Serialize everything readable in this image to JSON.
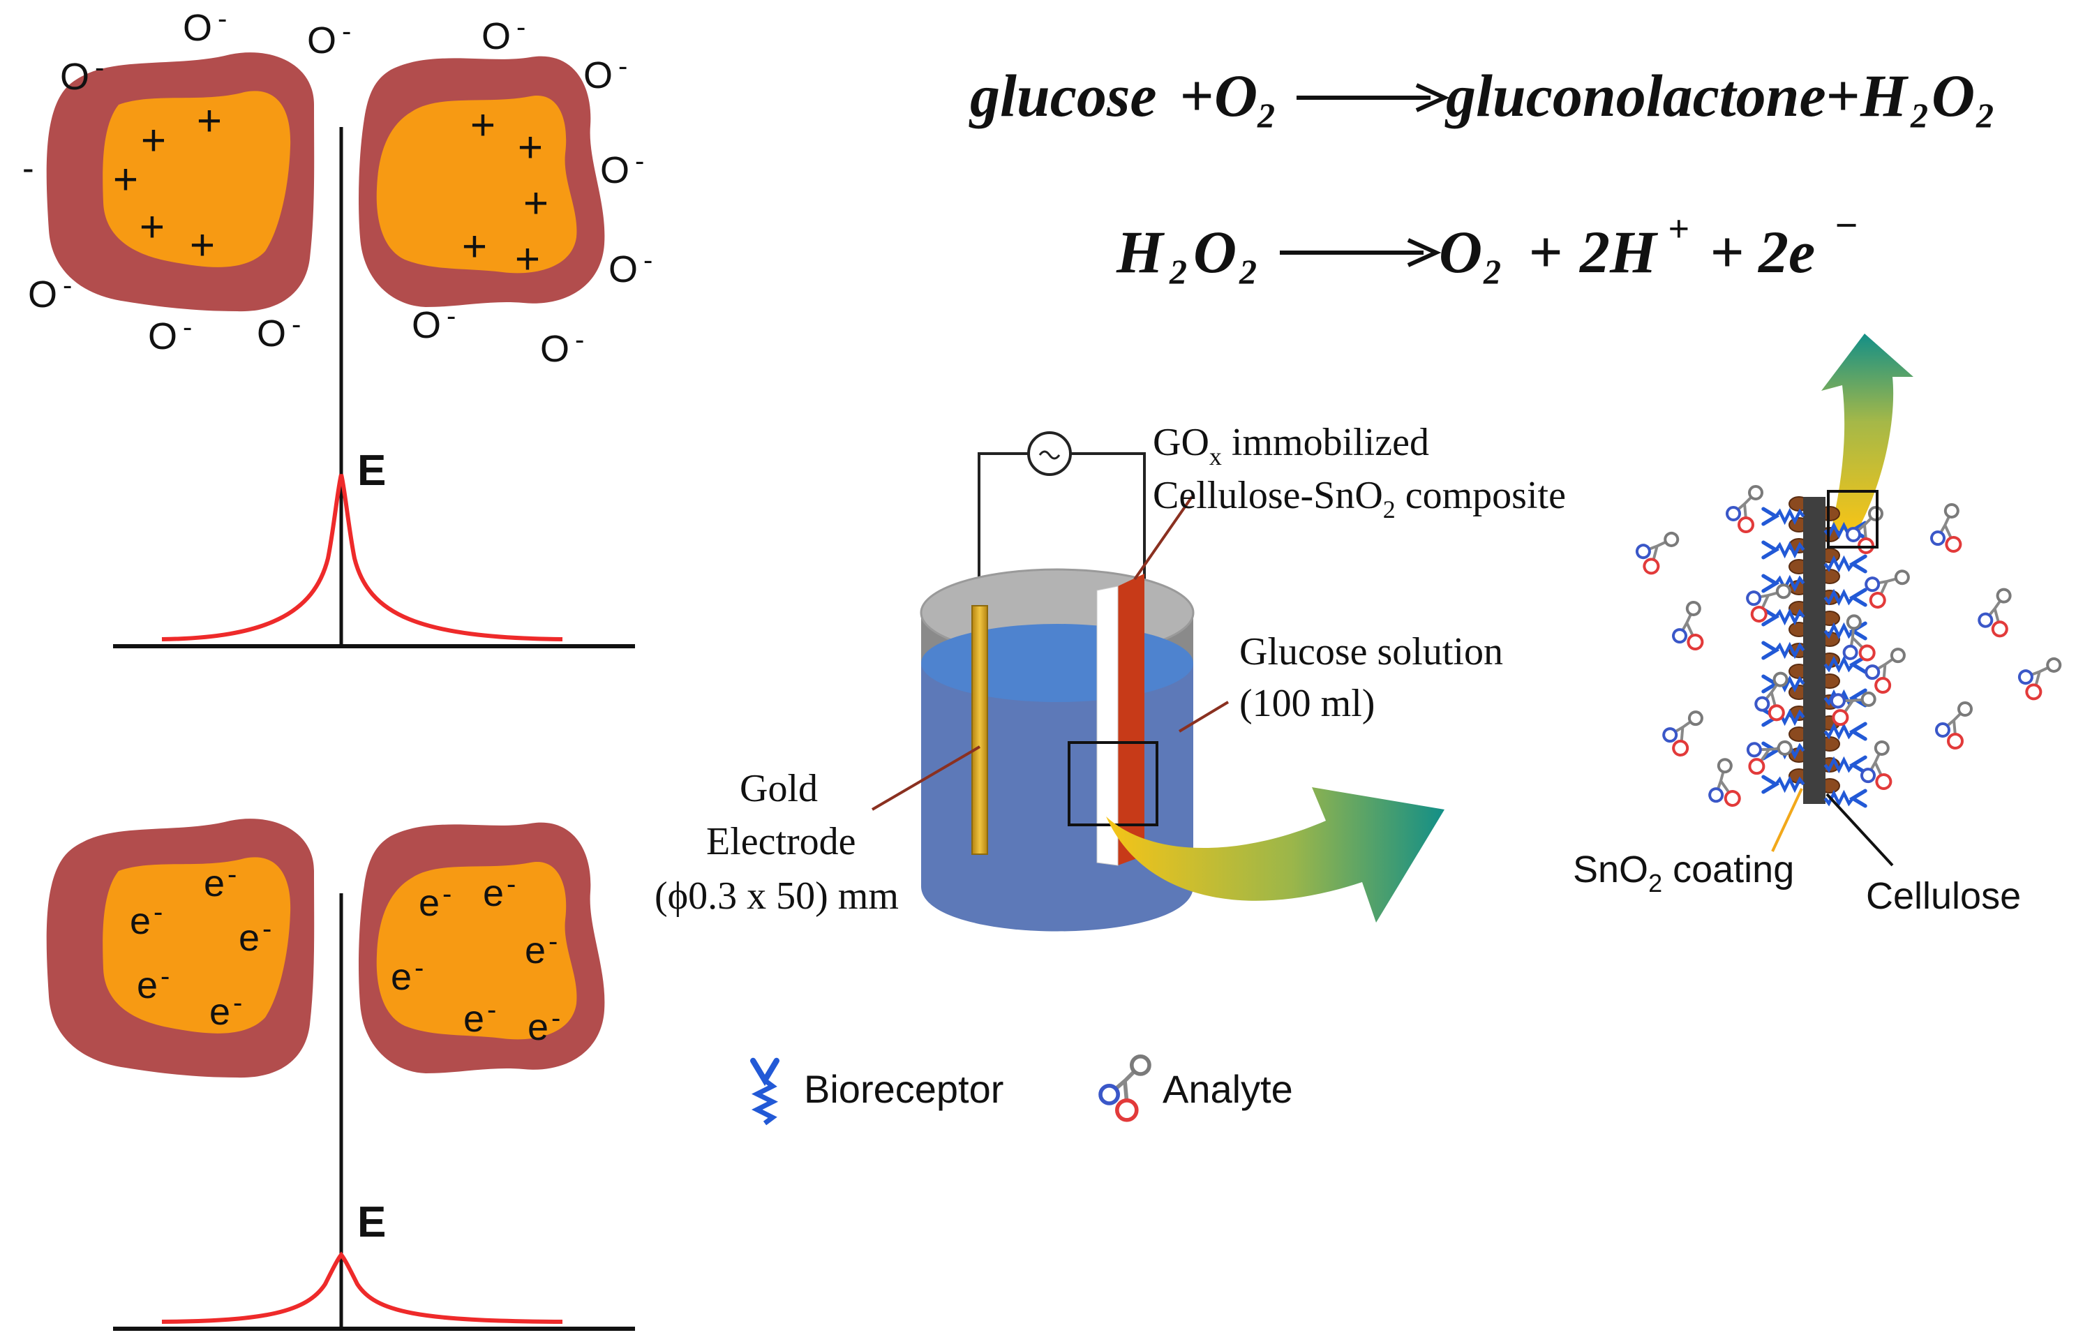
{
  "equations": {
    "eq1": {
      "glucose": "glucose",
      "plus1": "+",
      "o2_base": "O",
      "o2_sub": "2",
      "product": "gluconolactone",
      "plus2": "+",
      "h2o2_h": "H",
      "h2o2_h_sub": "2",
      "h2o2_o": "O",
      "h2o2_o_sub": "2"
    },
    "eq2": {
      "h_base": "H",
      "h_sub": "2",
      "o_base": "O",
      "o_sub": "2",
      "o2_base": "O",
      "o2_sub": "2",
      "plus1": "+",
      "hplus_coef": "2H",
      "hplus_sup": "+",
      "plus2": "+",
      "e_coef": "2e",
      "e_sup": "−"
    }
  },
  "left_panel": {
    "top": {
      "field_label": "E",
      "ion_label": "O",
      "ion_charge": "-",
      "charge_symbol": "+",
      "stray_minus": "-"
    },
    "bottom": {
      "field_label": "E",
      "electron_label": "e",
      "electron_charge": "-"
    }
  },
  "cell": {
    "gox_line1_base": "GO",
    "gox_line1_sub": "x",
    "gox_line1_rest": " immobilized",
    "gox_line2_base": "Cellulose-SnO",
    "gox_line2_sub": "2",
    "gox_line2_rest": " composite",
    "solution_line1": "Glucose solution",
    "solution_line2": "(100 ml)",
    "gold_line1": "Gold",
    "gold_line2": "Electrode",
    "gold_line3": "(ϕ0.3 x 50) mm"
  },
  "fiber": {
    "sno2_base": "SnO",
    "sno2_sub": "2",
    "sno2_rest": " coating",
    "cellulose_label": "Cellulose"
  },
  "legend": {
    "bioreceptor_label": "Bioreceptor",
    "analyte_label": "Analyte"
  },
  "colors": {
    "shell": "#b24d4d",
    "core": "#f79a13",
    "curve": "#ee2a2a",
    "solution": "#5d79b8",
    "gold_electrode": "#d6a51e",
    "red_strip": "#c73a18",
    "bioreceptor": "#2259d6",
    "analyte_red": "#e23a3a",
    "analyte_blue": "#3a57c8",
    "analyte_gray": "#7a7a7a",
    "arrow_teal": "#17968a",
    "arrow_yellow": "#f2c417"
  }
}
